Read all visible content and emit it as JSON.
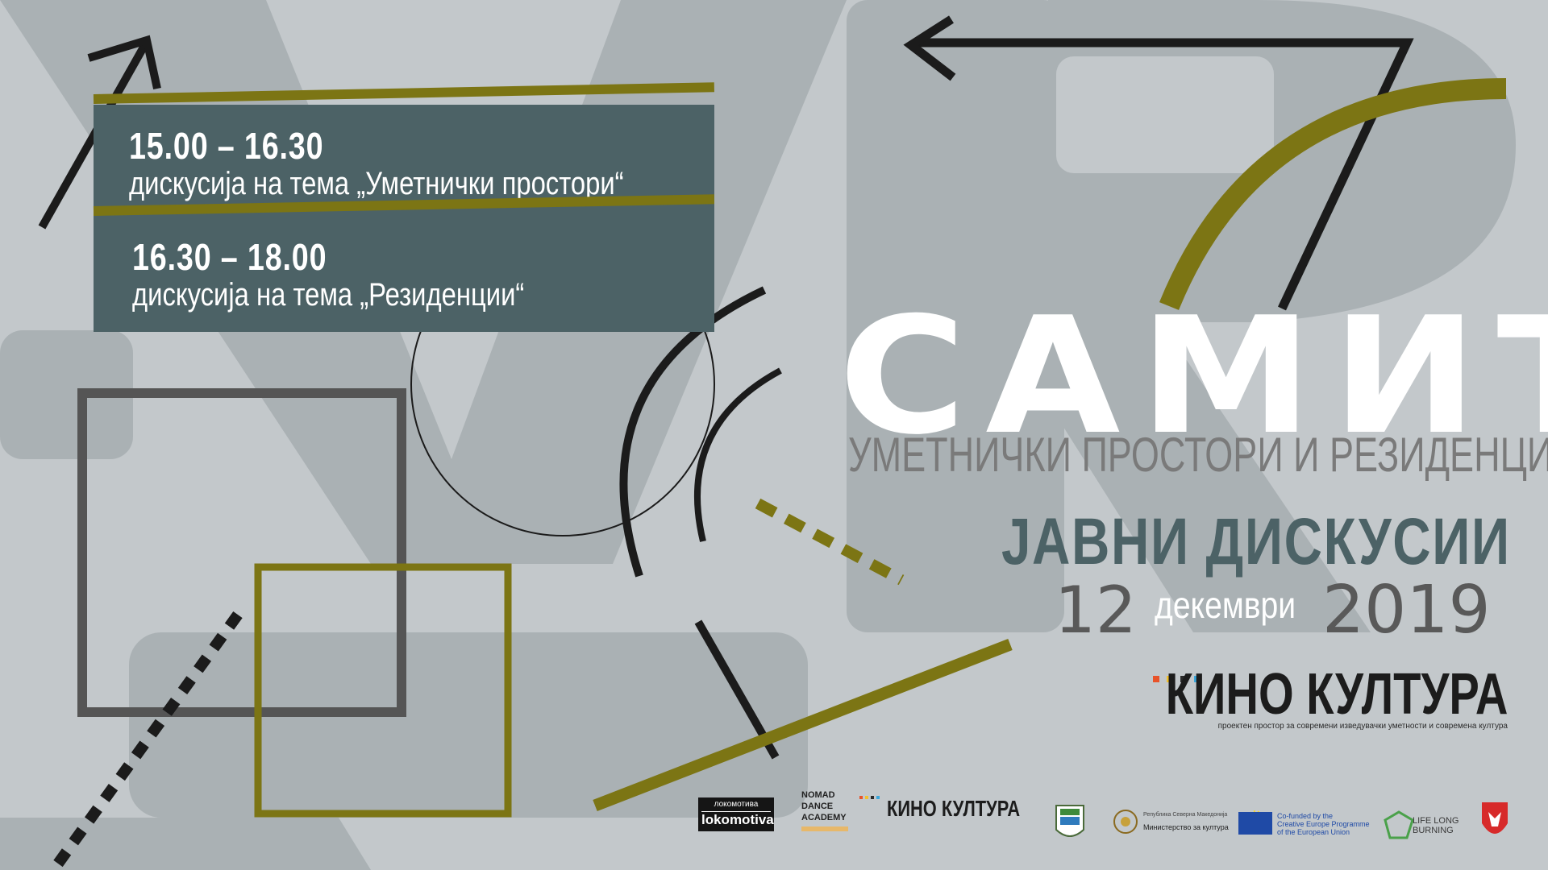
{
  "schedule": [
    {
      "time": "15.00 – 16.30",
      "topic": "дискусија на тема „Уметнички простори“"
    },
    {
      "time": "16.30 – 18.00",
      "topic": "дискусија на тема „Резиденции“"
    }
  ],
  "title": "САМИТ",
  "subtitle": "УМЕТНИЧКИ ПРОСТОРИ И РЕЗИДЕНЦИИ",
  "events_label": "ЈАВНИ ДИСКУСИИ",
  "date": {
    "day": "12",
    "month": "декември",
    "year": "2019"
  },
  "organizer": {
    "name": "КИНО КУЛТУРА",
    "tagline": "проектен простор за современи изведувачки уметности и современа култура",
    "dot_colors": [
      "#e8532a",
      "#f2c12e",
      "#2a2a2a",
      "#3aa7dc"
    ]
  },
  "partners": {
    "lokomotiva": {
      "line1": "локомотива",
      "line2": "lokomotiva"
    },
    "nomad": {
      "lines": [
        "NOMAD",
        "DANCE",
        "ACADEMY"
      ]
    },
    "kino_kultura": "КИНО КУЛТУРА",
    "ministry": {
      "line1": "Република Северна Македонија",
      "line2": "Министерство за култура"
    },
    "eu": {
      "lines": [
        "Co-funded by the",
        "Creative Europe Programme",
        "of the European Union"
      ]
    },
    "life_long_burning": {
      "lines": [
        "LIFE LONG",
        "BURNING"
      ]
    }
  },
  "colors": {
    "background": "#c3c8cb",
    "band": "#4c6266",
    "olive": "#7c7514",
    "dark": "#1c1c1c",
    "title": "#ffffff"
  }
}
